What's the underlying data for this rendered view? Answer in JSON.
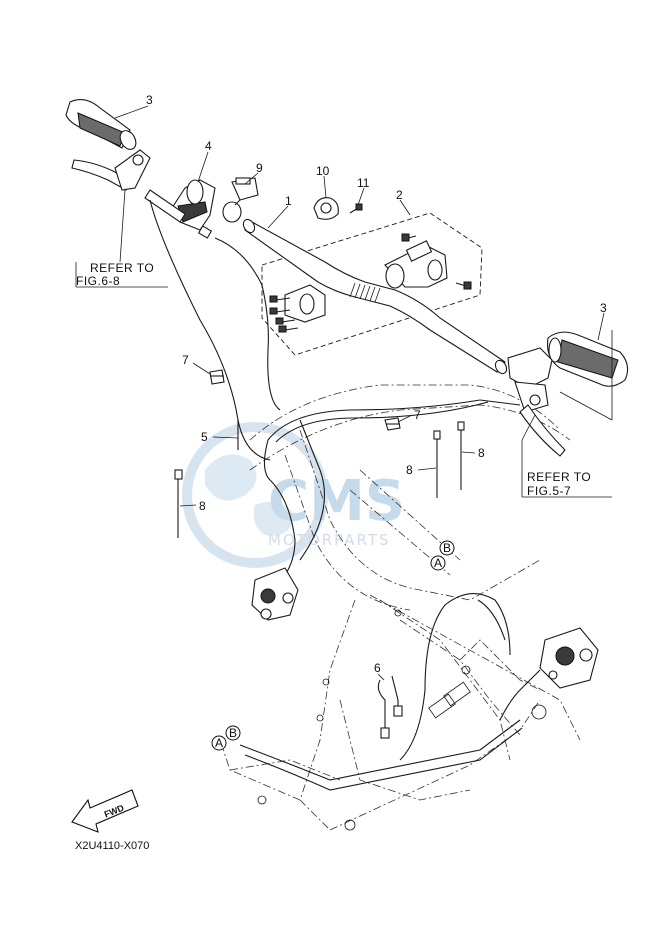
{
  "diagram": {
    "callouts": {
      "c1": "1",
      "c2": "2",
      "c3a": "3",
      "c3b": "3",
      "c4": "4",
      "c5": "5",
      "c6": "6",
      "c7a": "7",
      "c7b": "7",
      "c8a": "8",
      "c8b": "8",
      "c8c": "8",
      "c9": "9",
      "c10": "10",
      "c11": "11"
    },
    "refer_left": {
      "line1": "REFER TO",
      "line2": "FIG.6-8"
    },
    "refer_right": {
      "line1": "REFER TO",
      "line2": "FIG.5-7"
    },
    "markers": {
      "a1": "A",
      "b1": "B",
      "a2": "A",
      "b2": "B"
    },
    "fwd": "FWD",
    "diagram_code": "X2U4110-X070",
    "watermark": {
      "logo": "CMS",
      "sub": "MOTORPARTS"
    }
  }
}
